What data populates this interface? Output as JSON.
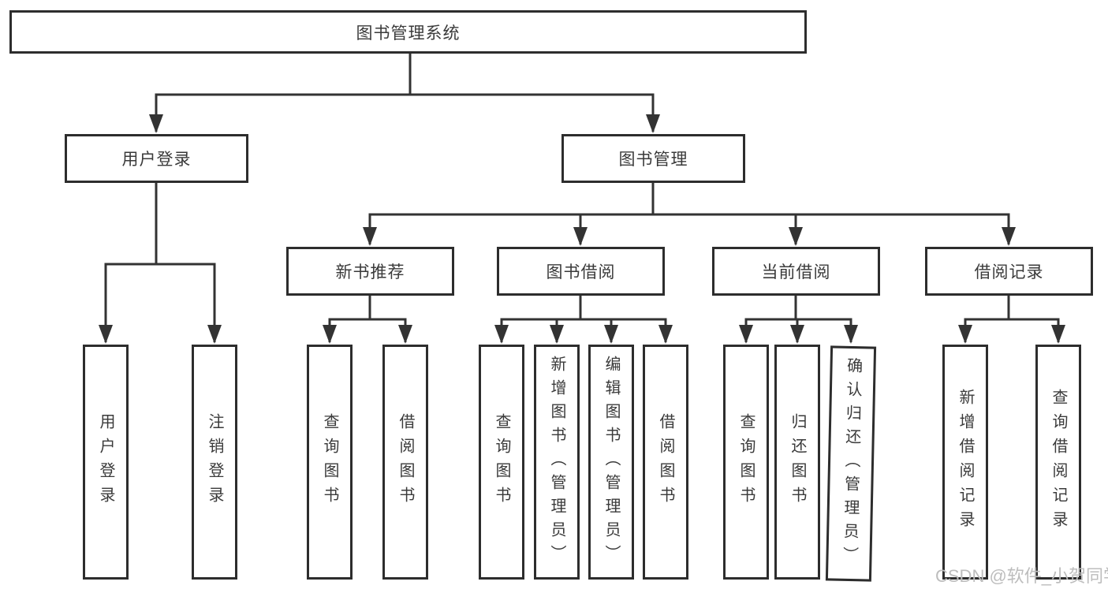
{
  "diagram": {
    "root": {
      "label": "图书管理系统"
    },
    "children": [
      {
        "label": "用户登录",
        "children": [
          {
            "label": "用户登录"
          },
          {
            "label": "注销登录"
          }
        ]
      },
      {
        "label": "图书管理",
        "children": [
          {
            "label": "新书推荐",
            "children": [
              {
                "label": "查询图书"
              },
              {
                "label": "借阅图书"
              }
            ]
          },
          {
            "label": "图书借阅",
            "children": [
              {
                "label": "查询图书"
              },
              {
                "label": "新增图书（管理员）"
              },
              {
                "label": "编辑图书（管理员）"
              },
              {
                "label": "借阅图书"
              }
            ]
          },
          {
            "label": "当前借阅",
            "children": [
              {
                "label": "查询图书"
              },
              {
                "label": "归还图书"
              },
              {
                "label": "确认归还（管理员）"
              }
            ]
          },
          {
            "label": "借阅记录",
            "children": [
              {
                "label": "新增借阅记录"
              },
              {
                "label": "查询借阅记录"
              }
            ]
          }
        ]
      }
    ]
  },
  "watermark": {
    "text": "CSDN @软件_小贺同学"
  },
  "colors": {
    "line": "#333333",
    "box_border": "#2d2d2d",
    "text": "#3a3a3a",
    "watermark": "#bdbdbd",
    "background": "#ffffff"
  }
}
